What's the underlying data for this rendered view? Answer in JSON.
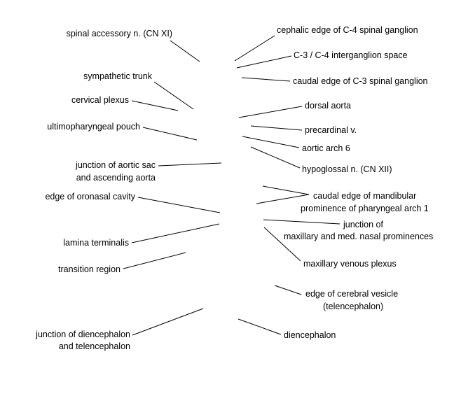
{
  "labels": {
    "spinal_accessory": "spinal accessory n. (CN XI)",
    "sympathetic_trunk": "sympathetic trunk",
    "cervical_plexus": "cervical plexus",
    "ultimopharyngeal_pouch": "ultimopharyngeal pouch",
    "aortic_sac_line1": "junction of aortic sac",
    "aortic_sac_line2": "and ascending aorta",
    "oronasal_cavity": "edge of oronasal cavity",
    "lamina_terminalis": "lamina terminalis",
    "transition_region": "transition region",
    "dien_tel_line1": "junction of diencephalon",
    "dien_tel_line2": "and telencephalon",
    "c4_ganglion": "cephalic edge of C-4 spinal ganglion",
    "interganglion": "C-3 / C-4 interganglion space",
    "c3_ganglion": "caudal edge of C-3 spinal ganglion",
    "dorsal_aorta": "dorsal aorta",
    "precardinal": "precardinal v.",
    "aortic_arch": "aortic arch 6",
    "hypoglossal": "hypoglossal n. (CN XII)",
    "mandibular_line1": "caudal edge of mandibular",
    "mandibular_line2": "prominence of pharyngeal arch 1",
    "maxillary_nasal_line1": "junction of",
    "maxillary_nasal_line2": "maxillary and med. nasal prominences",
    "maxillary_plexus": "maxillary venous plexus",
    "cerebral_vesicle_line1": "edge of cerebral vesicle",
    "cerebral_vesicle_line2": "(telencephalon)",
    "diencephalon": "diencephalon"
  }
}
